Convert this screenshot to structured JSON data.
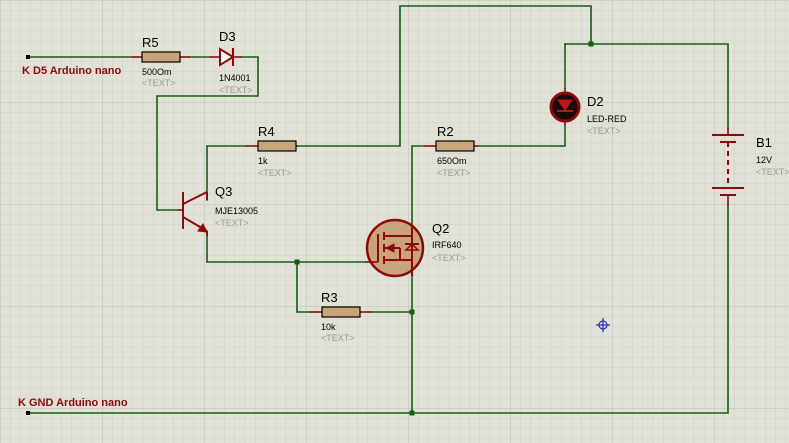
{
  "colors": {
    "background": "#e1e1d7",
    "grid_minor": "#cfcfc5",
    "grid_major": "#bdbdb3",
    "wire": "#155c15",
    "component": "#8b0a0a",
    "body_fill": "#c9a37a",
    "placeholder_text": "#9a9a9a",
    "cursor": "#2a2ab8"
  },
  "terminals": {
    "d5": "K D5 Arduino nano",
    "gnd": "K GND Arduino nano"
  },
  "components": {
    "r5": {
      "ref": "R5",
      "value": "500Om",
      "text": "<TEXT>"
    },
    "d3": {
      "ref": "D3",
      "value": "1N4001",
      "text": "<TEXT>"
    },
    "r4": {
      "ref": "R4",
      "value": "1k",
      "text": "<TEXT>"
    },
    "r2": {
      "ref": "R2",
      "value": "650Om",
      "text": "<TEXT>"
    },
    "d2": {
      "ref": "D2",
      "value": "LED-RED",
      "text": "<TEXT>"
    },
    "b1": {
      "ref": "B1",
      "value": "12V",
      "text": "<TEXT>"
    },
    "q3": {
      "ref": "Q3",
      "value": "MJE13005",
      "text": "<TEXT>"
    },
    "q2": {
      "ref": "Q2",
      "value": "IRF640",
      "text": "<TEXT>"
    },
    "r3": {
      "ref": "R3",
      "value": "10k",
      "text": "<TEXT>"
    }
  },
  "icons": {
    "cursor": "crosshair-cursor-icon"
  }
}
